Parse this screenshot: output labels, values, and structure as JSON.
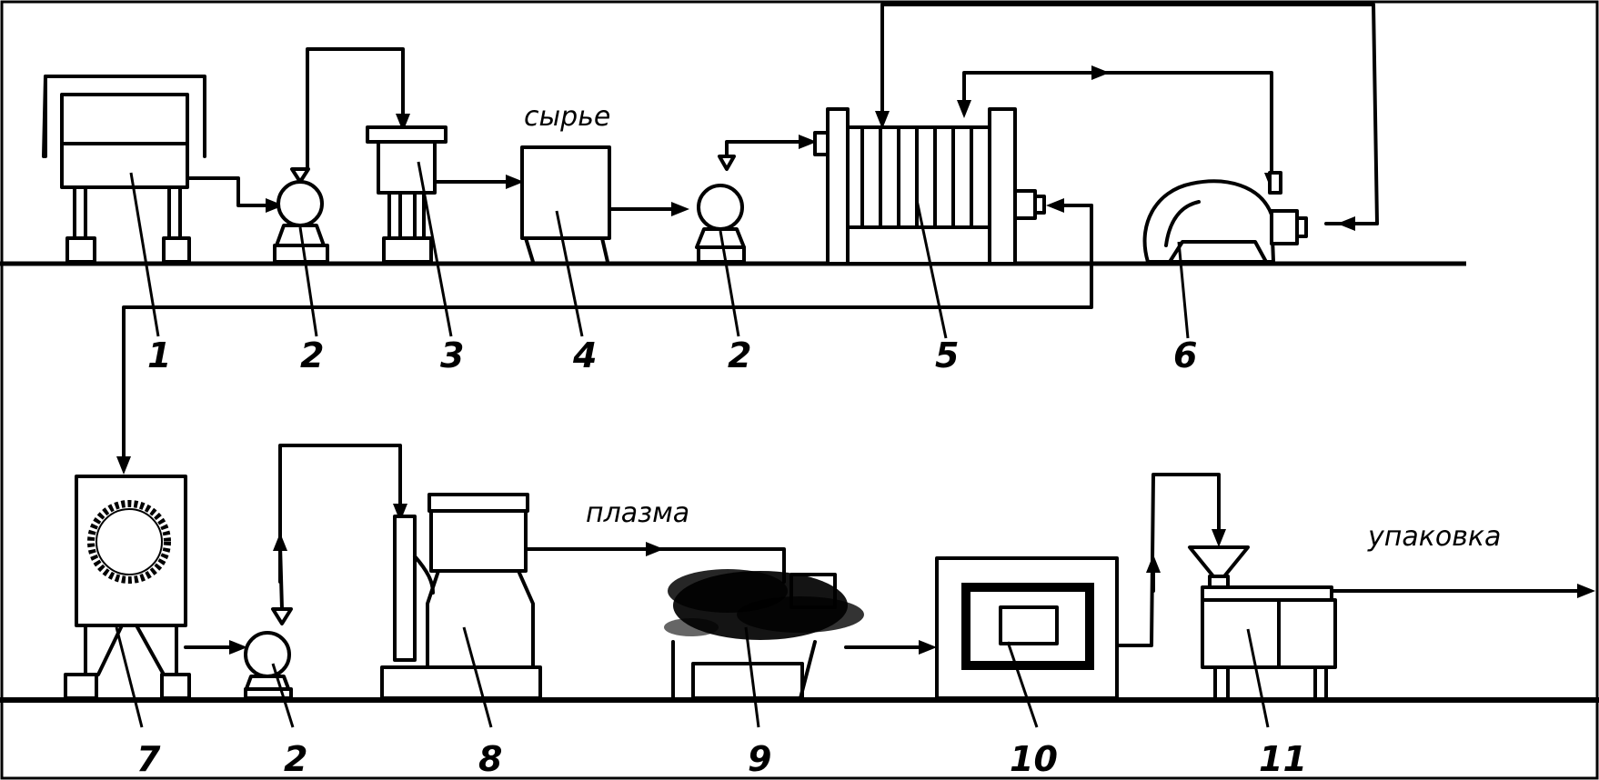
{
  "flow_labels": {
    "raw_material": "сырье",
    "plasma": "плазма",
    "packaging": "упаковка"
  },
  "equipment_numbers": {
    "n1": "1",
    "n2a": "2",
    "n3": "3",
    "n4": "4",
    "n2b": "2",
    "n5": "5",
    "n6": "6",
    "n7": "7",
    "n2c": "2",
    "n8": "8",
    "n9": "9",
    "n10": "10",
    "n11": "11"
  }
}
